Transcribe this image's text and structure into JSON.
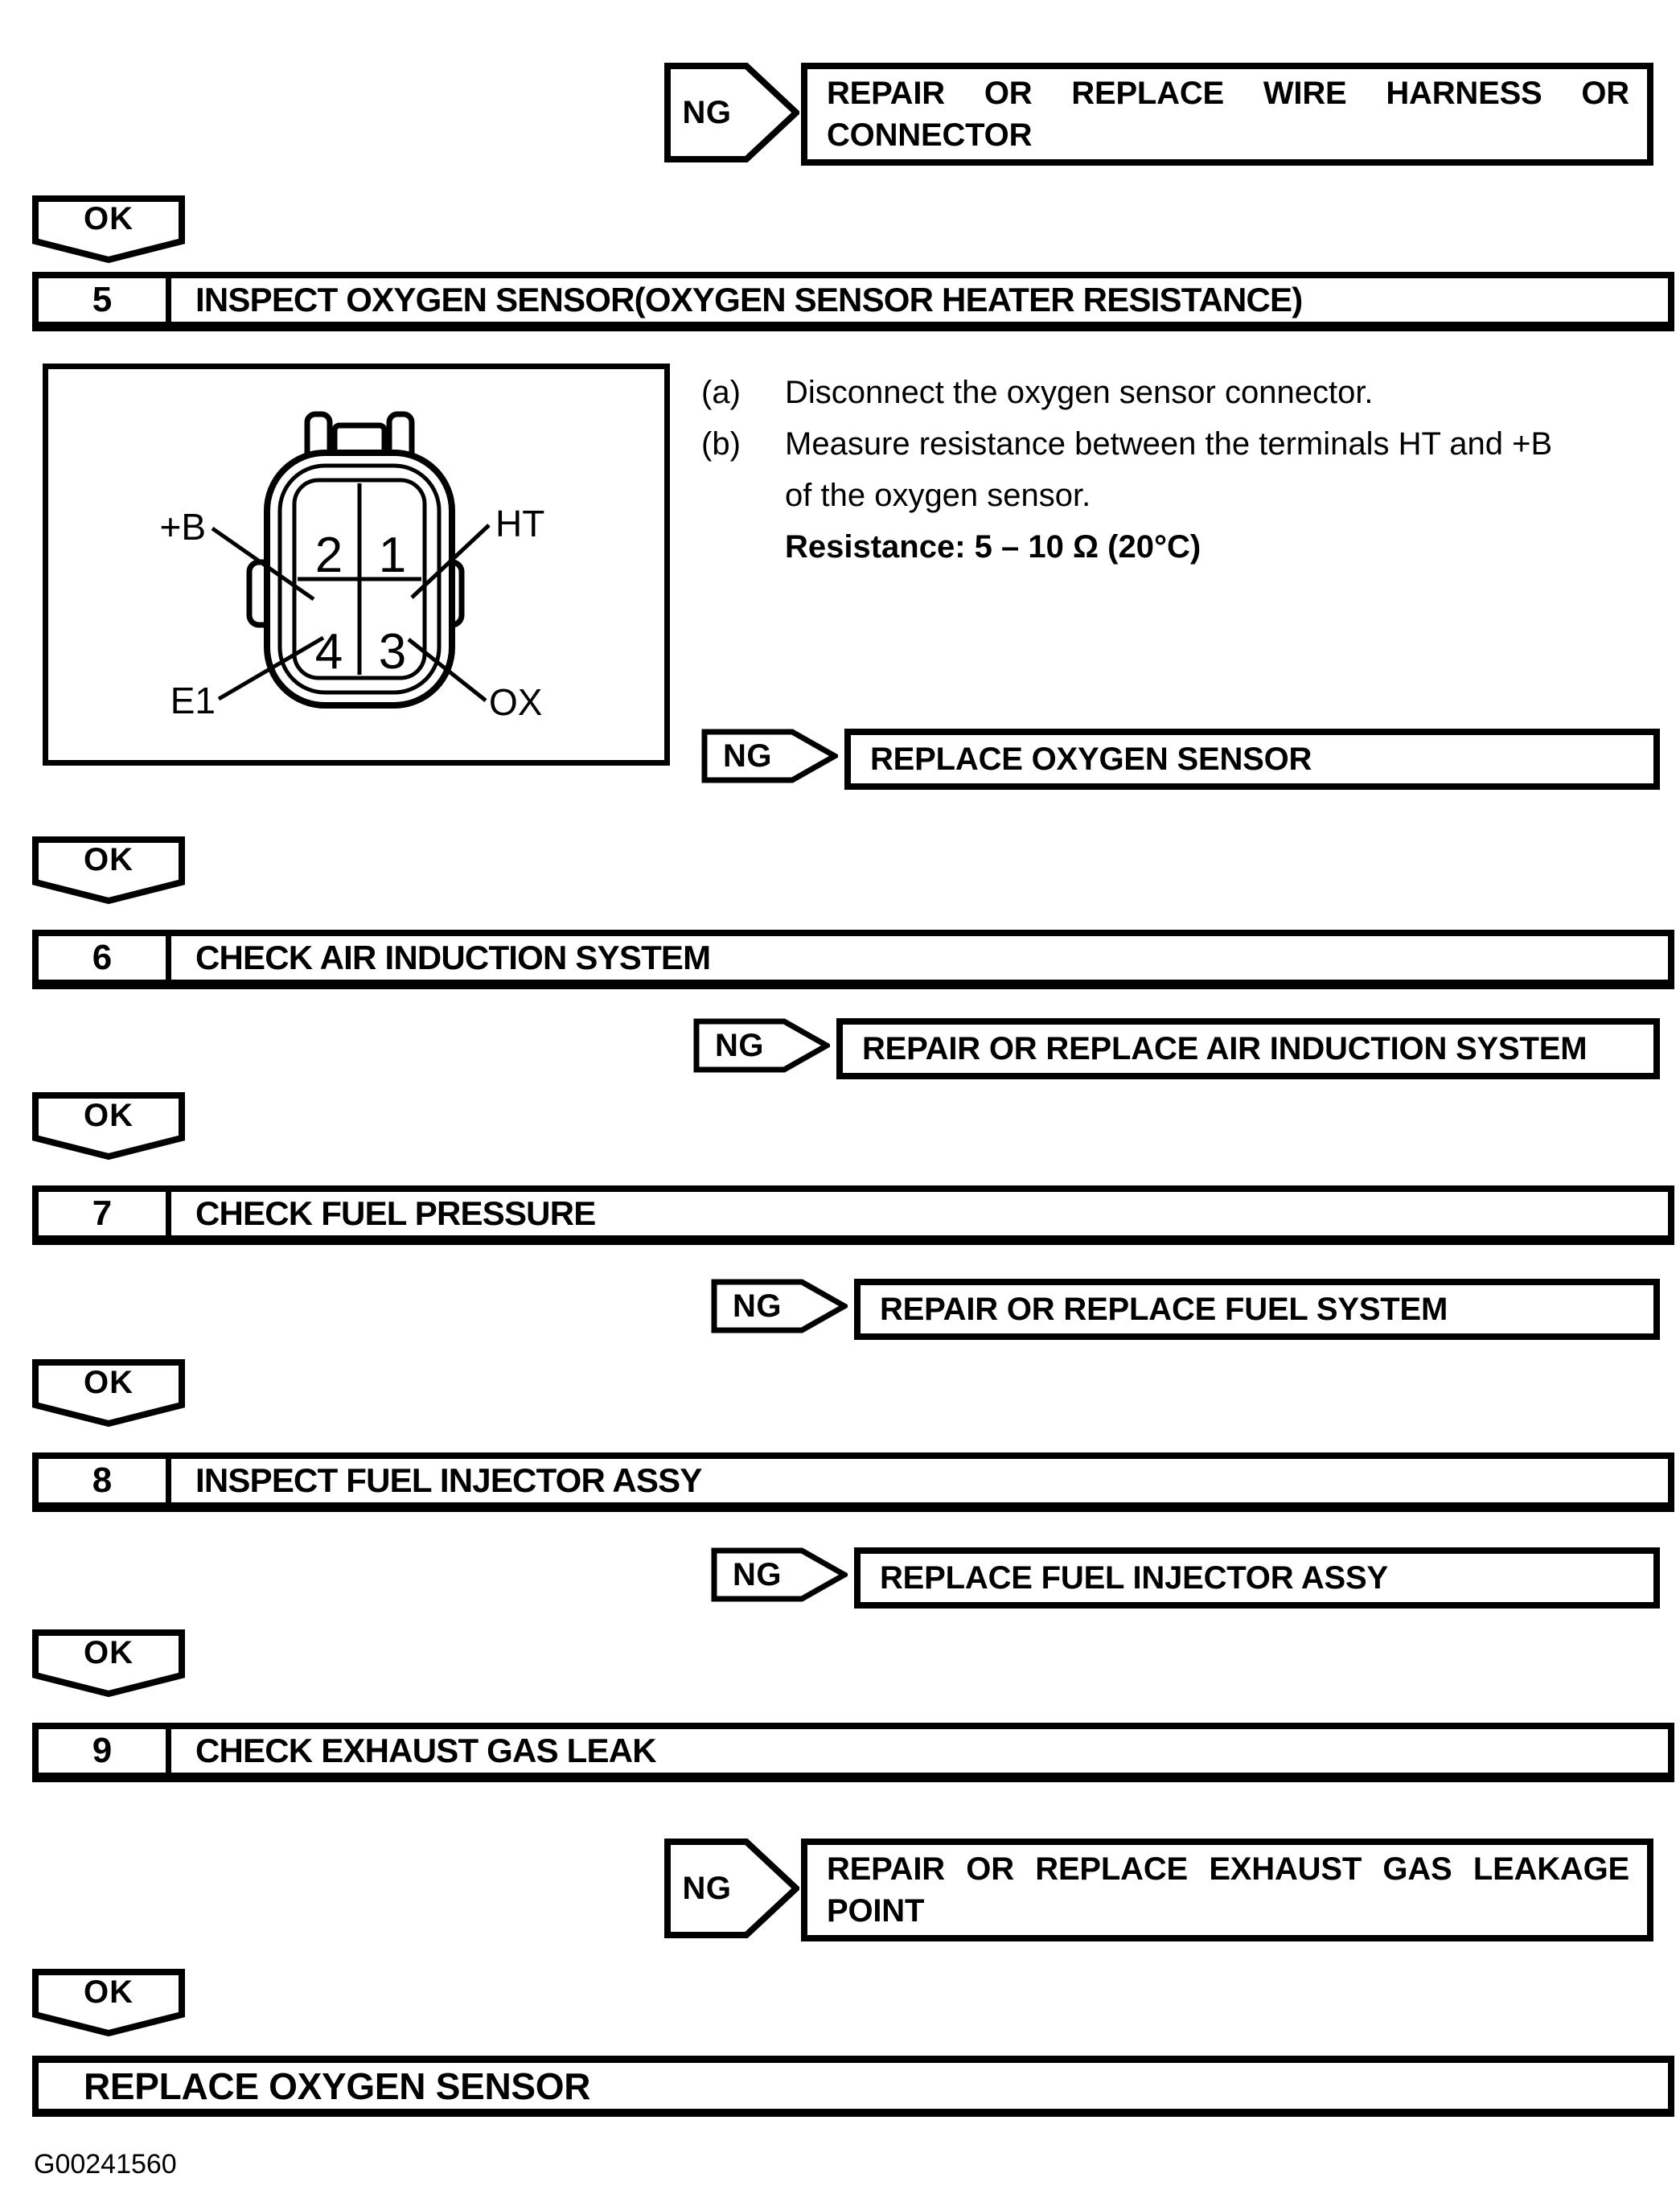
{
  "flow": {
    "ng_label": "NG",
    "ok_label": "OK",
    "branches": {
      "wire_harness": {
        "lines": [
          "REPAIR OR REPLACE WIRE HARNESS OR",
          "CONNECTOR"
        ]
      },
      "oxygen_sensor": {
        "text": "REPLACE OXYGEN SENSOR"
      },
      "air_induction": {
        "text": "REPAIR OR REPLACE AIR INDUCTION SYSTEM"
      },
      "fuel_system": {
        "text": "REPAIR OR REPLACE FUEL SYSTEM"
      },
      "fuel_injector": {
        "text": "REPLACE FUEL INJECTOR ASSY"
      },
      "exhaust_leak": {
        "lines": [
          "REPAIR OR REPLACE EXHAUST GAS LEAKAGE",
          "POINT"
        ]
      }
    },
    "steps": {
      "step5": {
        "number": "5",
        "title": "INSPECT OXYGEN SENSOR(OXYGEN SENSOR HEATER RESISTANCE)"
      },
      "step6": {
        "number": "6",
        "title": "CHECK AIR INDUCTION SYSTEM"
      },
      "step7": {
        "number": "7",
        "title": "CHECK FUEL PRESSURE"
      },
      "step8": {
        "number": "8",
        "title": "INSPECT FUEL INJECTOR ASSY"
      },
      "step9": {
        "number": "9",
        "title": "CHECK EXHAUST GAS LEAK"
      }
    },
    "final_action": "REPLACE OXYGEN SENSOR"
  },
  "step5_detail": {
    "instructions": [
      {
        "label": "(a)",
        "lines": [
          "Disconnect the oxygen sensor connector."
        ]
      },
      {
        "label": "(b)",
        "lines": [
          "Measure resistance between the terminals HT and +B",
          "of the oxygen sensor."
        ]
      }
    ],
    "spec": "Resistance: 5 – 10 Ω (20°C)",
    "connector": {
      "pin_top_left": "2",
      "pin_top_right": "1",
      "pin_bottom_left": "4",
      "pin_bottom_right": "3",
      "label_top_left": "+B",
      "label_top_right": "HT",
      "label_bottom_left": "E1",
      "label_bottom_right": "OX"
    }
  },
  "figure_code": "G00241560"
}
